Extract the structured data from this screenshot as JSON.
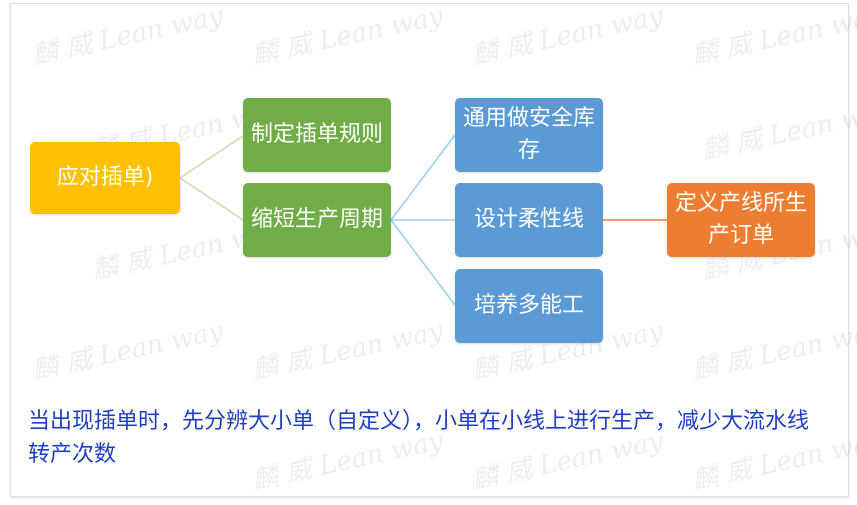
{
  "watermark": {
    "seal": "麟 威",
    "brand": "Lean way"
  },
  "colors": {
    "root": "#ffc000",
    "level1": "#70ad47",
    "level2": "#5b9bd5",
    "level3": "#ed7d31",
    "connector": "#9fcdee",
    "connector_leaf": "#ed7d31",
    "caption": "#1f3fc2"
  },
  "diagram": {
    "root": {
      "label": "应对插单)"
    },
    "level1": [
      {
        "label": "制定插单规则"
      },
      {
        "label": "缩短生产周期"
      }
    ],
    "level2": [
      {
        "label": "通用做安全库存"
      },
      {
        "label": "设计柔性线"
      },
      {
        "label": "培养多能工"
      }
    ],
    "level3": [
      {
        "label": "定义产线所生产订单"
      }
    ]
  },
  "caption": {
    "text": "当出现插单时，先分辨大小单（自定义），小单在小线上进行生产，减少大流水线转产次数"
  }
}
